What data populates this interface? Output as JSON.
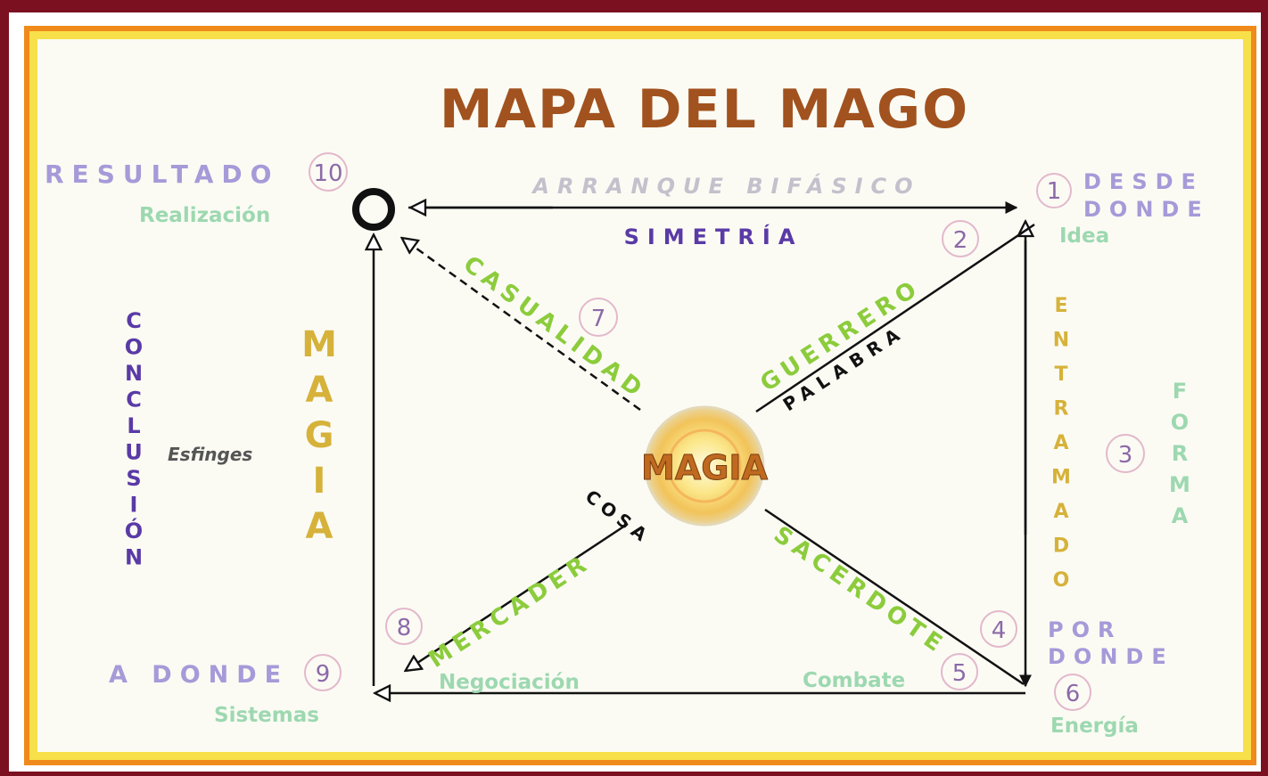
{
  "title": "MAPA DEL MAGO",
  "center_label": "MAGIA",
  "colors": {
    "frame": "#7a1020",
    "border_orange": "#f08a1a",
    "border_yellow": "#f7e04a",
    "paper": "#fbfbf4",
    "title_brown": "#a1521e",
    "lavender": "#a69ad8",
    "purple": "#5a3aa6",
    "mint": "#9dd8b0",
    "green": "#8ccc3c",
    "gold": "#d6b23a",
    "black": "#111111"
  },
  "corners": {
    "top_left": {
      "title": "RESULTADO",
      "subtitle": "Realización",
      "number": "10"
    },
    "top_right": {
      "title_line1": "DESDE",
      "title_line2": "DONDE",
      "subtitle": "Idea",
      "number": "1"
    },
    "bottom_right": {
      "title_line1": "POR",
      "title_line2": "DONDE",
      "subtitle": "Energía",
      "number": "6"
    },
    "bottom_left": {
      "title": "A DONDE",
      "subtitle": "Sistemas",
      "number": "9"
    }
  },
  "edges": {
    "top": {
      "above": "ARRANQUE BIFÁSICO",
      "below": "SIMETRÍA"
    },
    "right": {
      "label": "ENTRAMADO"
    },
    "right_outer": {
      "label": "FORMA"
    },
    "left": {
      "vertical": "CONCLUSIÓN",
      "magia": "MAGIA",
      "note": "Esfinges"
    },
    "bottom": {
      "left_note": "Negociación",
      "right_note": "Combate"
    }
  },
  "diagonals": {
    "upper_left": "CASUALIDAD",
    "upper_right": "GUERRERO",
    "upper_right_inner": "PALABRA",
    "lower_left": "MERCADER",
    "lower_left_inner": "COSA",
    "lower_right": "SACERDOTE"
  },
  "numbers": {
    "n2": "2",
    "n3": "3",
    "n4": "4",
    "n5": "5",
    "n7": "7",
    "n8": "8"
  }
}
